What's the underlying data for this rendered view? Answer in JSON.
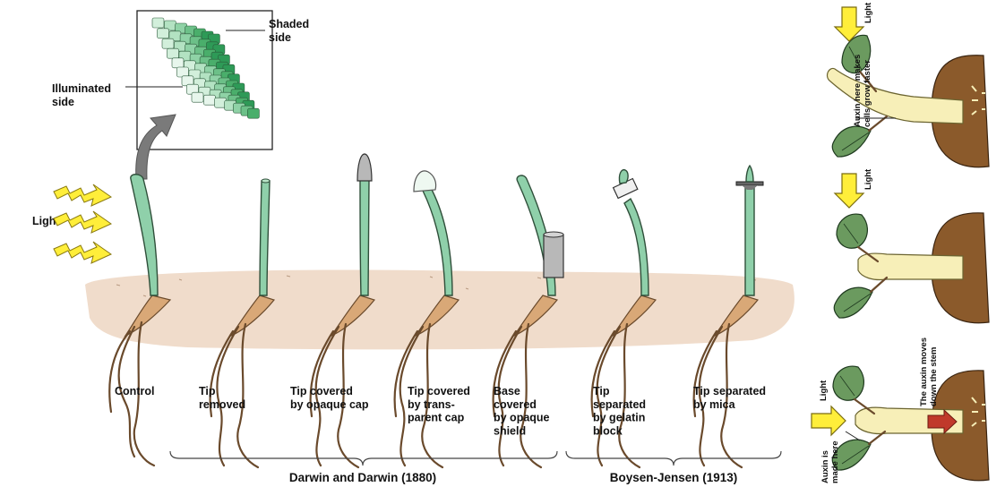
{
  "inset": {
    "shaded_label": "Shaded\nside",
    "illuminated_label": "Illuminated\nside"
  },
  "light_label": "Light",
  "experiments": [
    {
      "label": "Control"
    },
    {
      "label": "Tip\nremoved"
    },
    {
      "label": "Tip covered\nby opaque cap"
    },
    {
      "label": "Tip covered\nby trans-\nparent cap"
    },
    {
      "label": "Base\ncovered\nby opaque\nshield"
    },
    {
      "label": "Tip\nseparated\nby gelatin\nblock"
    },
    {
      "label": "Tip separated\nby mica"
    }
  ],
  "groups": [
    {
      "label": "Darwin and Darwin (1880)"
    },
    {
      "label": "Boysen-Jensen (1913)"
    }
  ],
  "side_panel": {
    "top": {
      "light": "Light",
      "note": "Auxin here makes\ncells grow faster"
    },
    "middle": {
      "light": "Light"
    },
    "bottom": {
      "light": "Light",
      "made_note": "Auxin is\nmade here",
      "moves_note": "The auxin moves\ndown the stem"
    }
  },
  "colors": {
    "stem": "#8fd0aa",
    "soil": "#f0dccb",
    "root": "#d9a877",
    "light_bolt": "#ffee3a",
    "leaf": "#6b9a5f",
    "shoot": "#f7efb8",
    "auxin_arrow": "#c0392b",
    "cap_opaque": "#b8b8b8"
  },
  "icons": {
    "light": "lightning-bolt-icon",
    "arrow_down": "arrow-down-icon",
    "arrow_right": "arrow-right-icon"
  }
}
